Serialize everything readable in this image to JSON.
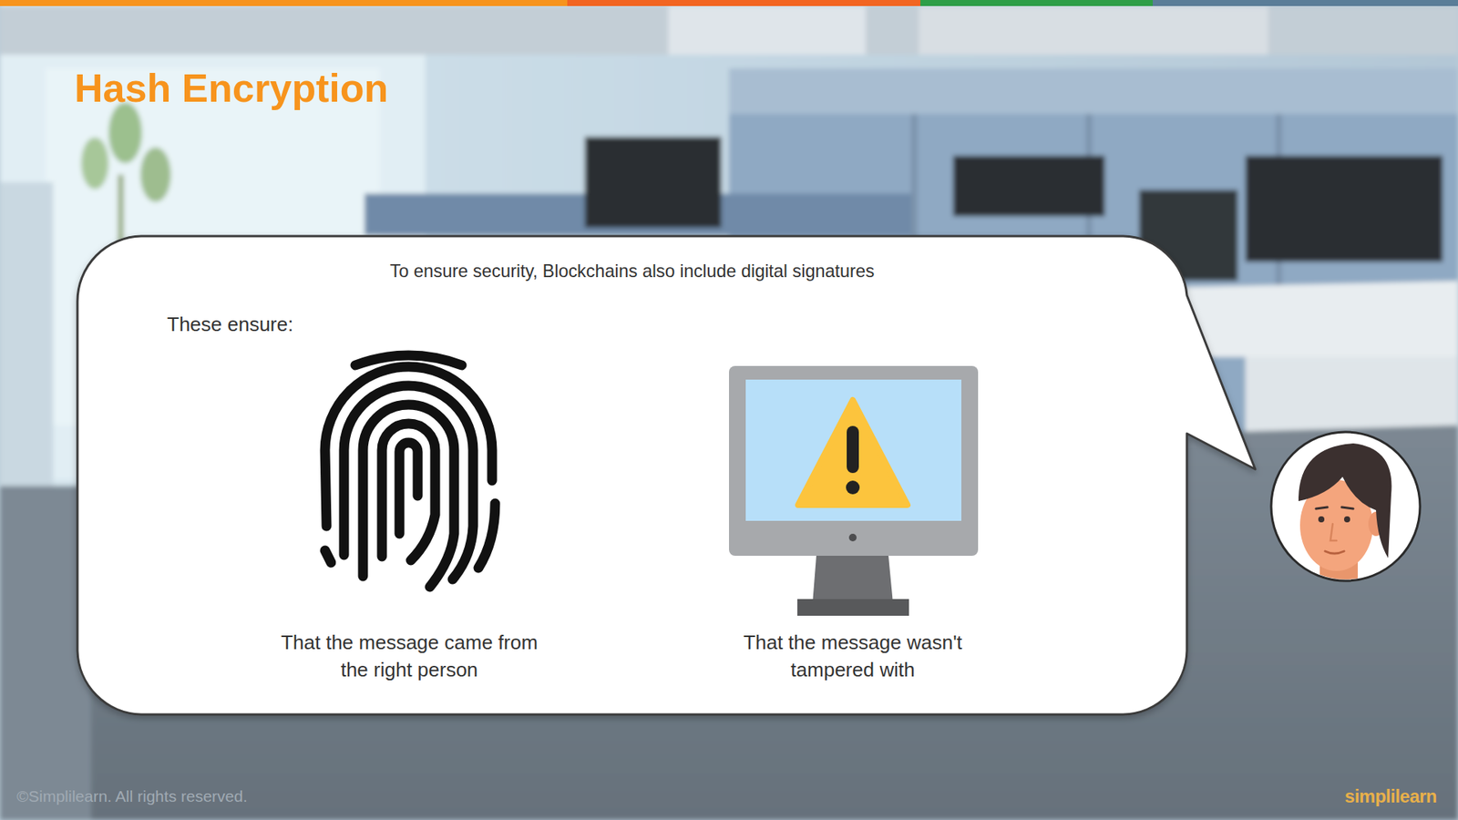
{
  "diagram": {
    "title": "Hash Encryption",
    "nodes": [
      {
        "text": [
          "To ensure security, Blockchains also include digital signatures",
          "These ensure:",
          "That the message came from the right person",
          "That the message wasn't tampered with"
        ]
      }
    ],
    "labels": [
      "©Simplilearn. All rights reserved.",
      "simplilearn"
    ]
  }
}
